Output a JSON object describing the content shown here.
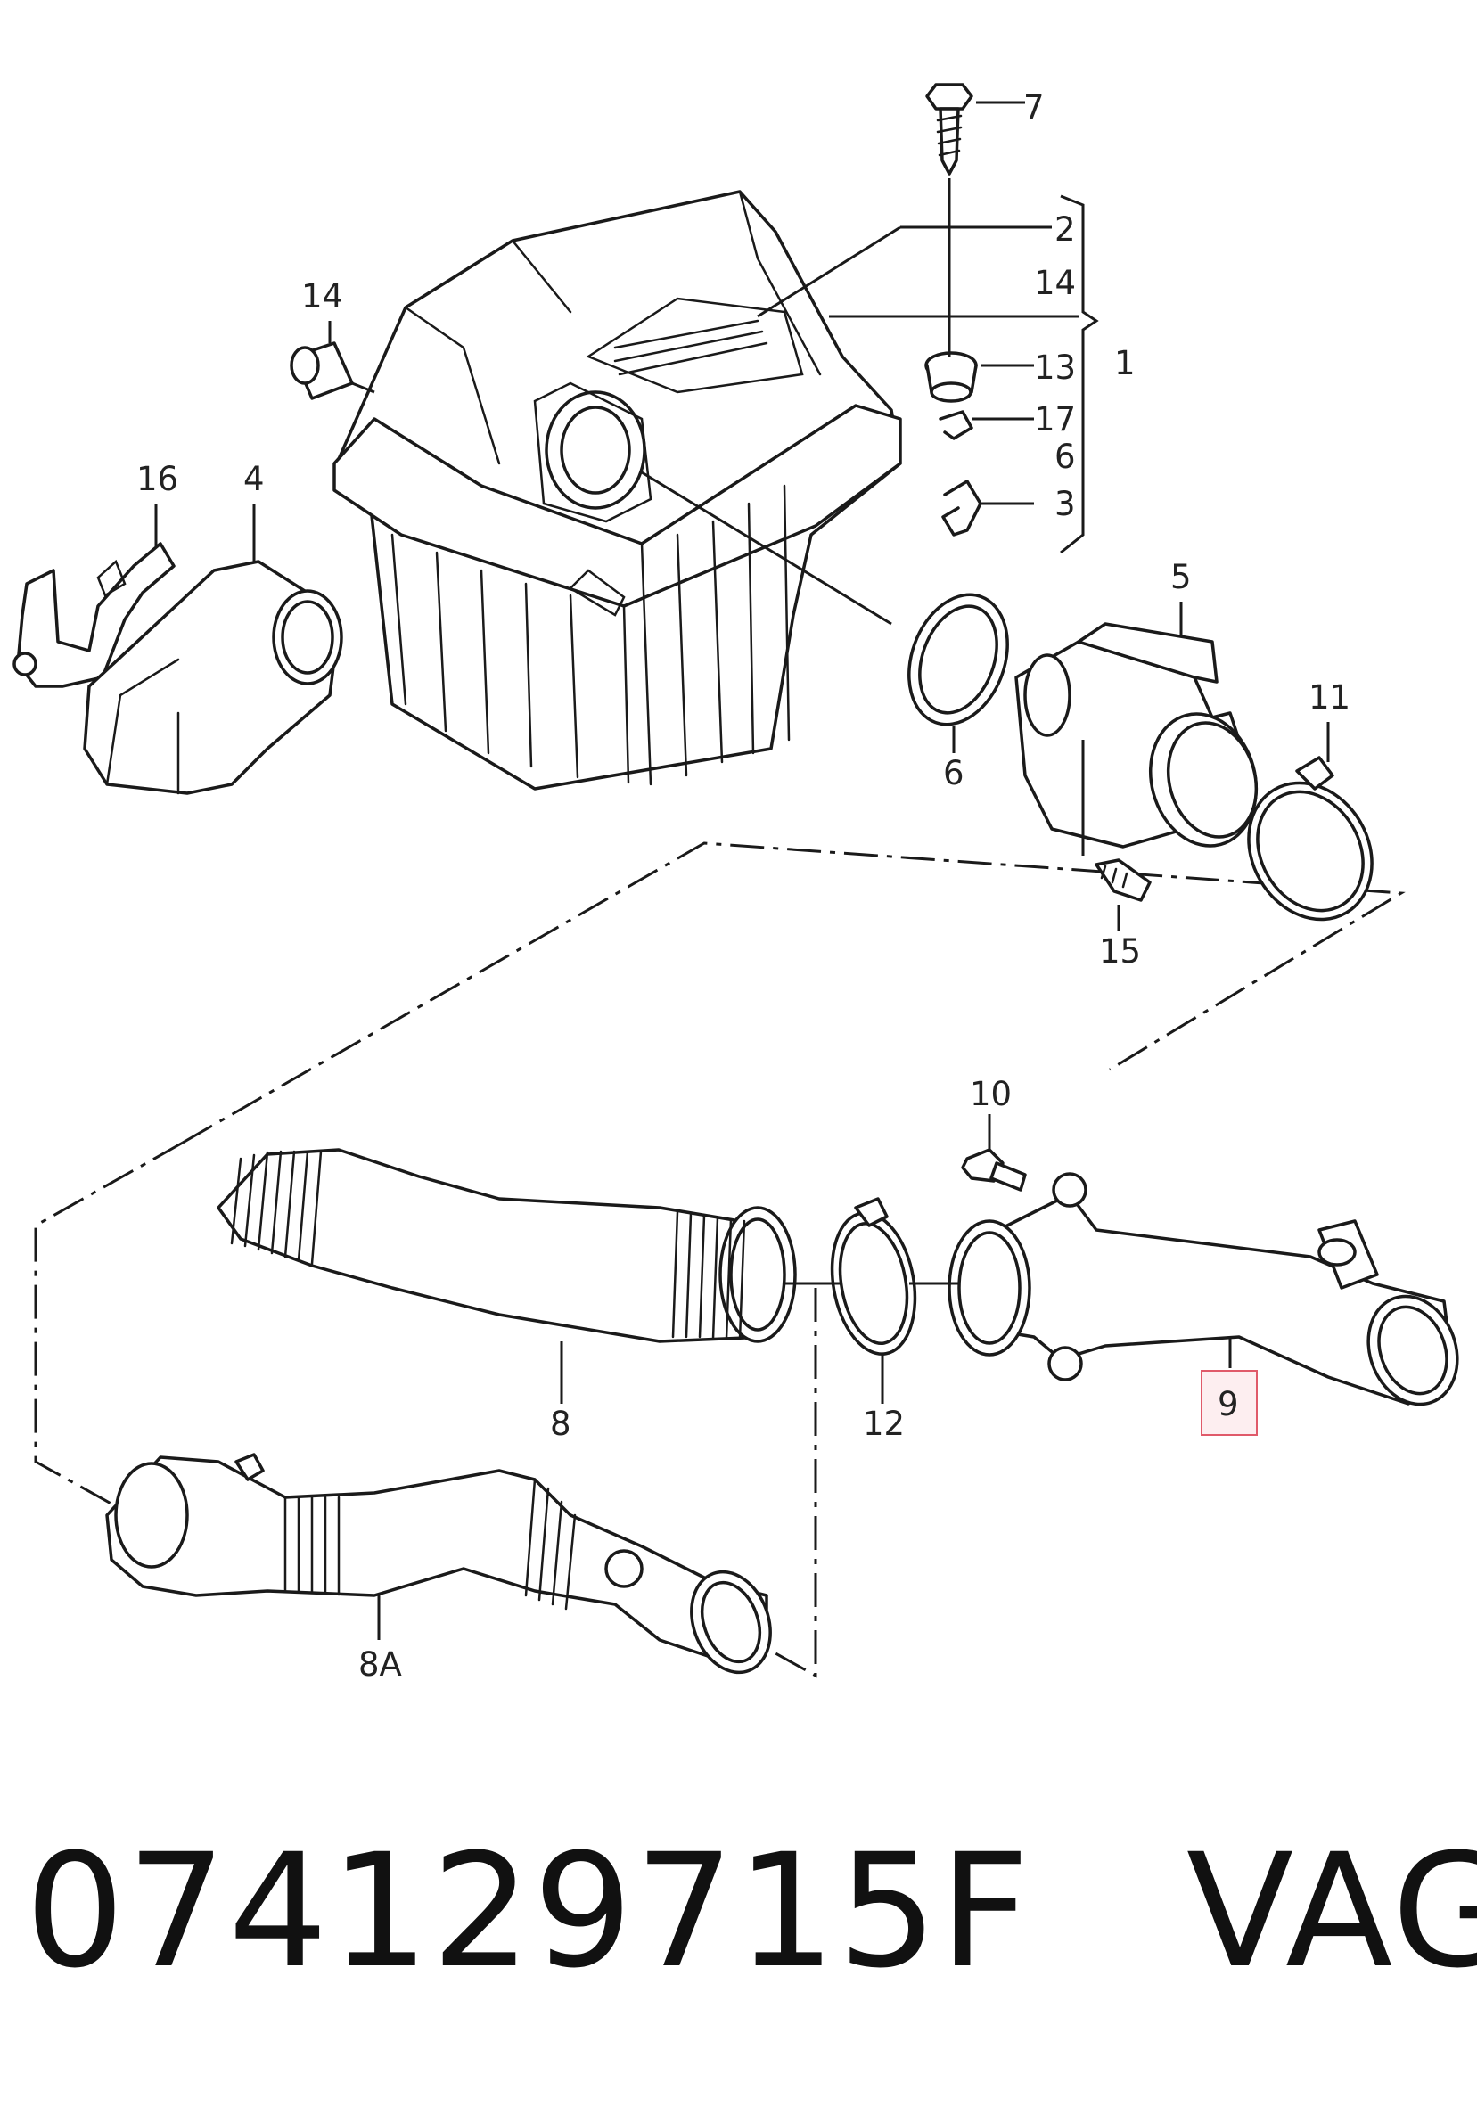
{
  "callouts": {
    "c7": "7",
    "c2": "2",
    "c14_right": "14",
    "c13": "13",
    "c1": "1",
    "c17": "17",
    "c6_upper": "6",
    "c3": "3",
    "c14_left": "14",
    "c16": "16",
    "c4": "4",
    "c5": "5",
    "c6_lower": "6",
    "c11": "11",
    "c15": "15",
    "c10": "10",
    "c8": "8",
    "c12": "12",
    "c9": "9",
    "c8A": "8A"
  },
  "highlight_color": "#e05a6a",
  "caption": {
    "part_number": "074129715F",
    "brand": "VAG"
  }
}
